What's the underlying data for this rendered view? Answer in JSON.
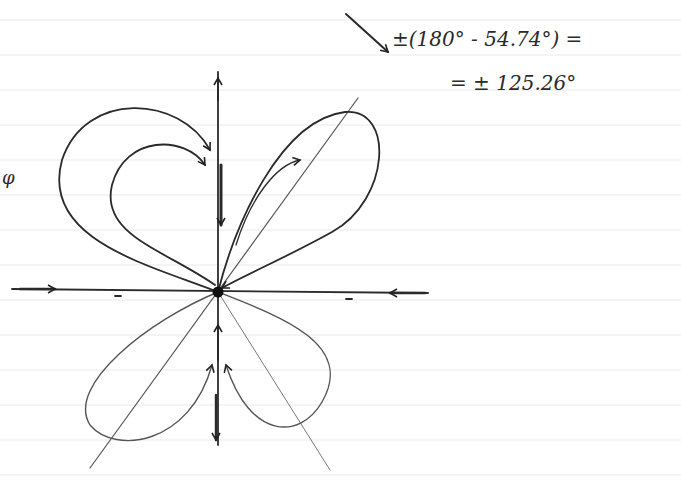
{
  "diagram": {
    "labels": [
      "±(180° - 54.74°) =",
      "= ± 125.26°",
      "φ"
    ]
  }
}
